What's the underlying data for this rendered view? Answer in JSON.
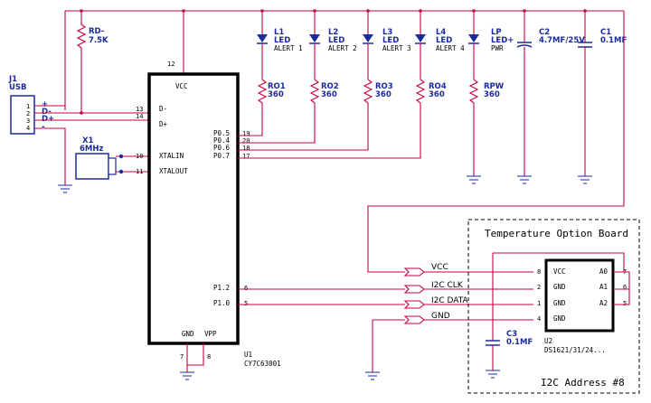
{
  "connector": {
    "ref": "J1",
    "value": "USB",
    "pins": [
      "1",
      "2",
      "3",
      "4"
    ],
    "signals": [
      "+",
      "D-",
      "D+",
      "-"
    ]
  },
  "crystal": {
    "ref": "X1",
    "value": "6MHz"
  },
  "pullup": {
    "ref": "RD-",
    "value": "7.5K"
  },
  "mcu": {
    "ref": "U1",
    "part": "CY7C63001",
    "pins": {
      "vcc": {
        "name": "VCC",
        "num": "12"
      },
      "dminus": {
        "name": "D-",
        "num": "13"
      },
      "dplus": {
        "name": "D+",
        "num": "14"
      },
      "xtalin": {
        "name": "XTALIN",
        "num": "10"
      },
      "xtalout": {
        "name": "XTALOUT",
        "num": "11"
      },
      "p05": {
        "name": "P0.5",
        "num": "19"
      },
      "p04": {
        "name": "P0.4",
        "num": "20"
      },
      "p06": {
        "name": "P0.6",
        "num": "18"
      },
      "p07": {
        "name": "P0.7",
        "num": "17"
      },
      "p12": {
        "name": "P1.2",
        "num": "6"
      },
      "p10": {
        "name": "P1.0",
        "num": "5"
      },
      "gnd": {
        "name": "GND",
        "num": "7"
      },
      "vpp": {
        "name": "VPP",
        "num": "8"
      }
    }
  },
  "leds": [
    {
      "ref": "L1",
      "type": "LED",
      "label": "ALERT 1"
    },
    {
      "ref": "L2",
      "type": "LED",
      "label": "ALERT 2"
    },
    {
      "ref": "L3",
      "type": "LED",
      "label": "ALERT 3"
    },
    {
      "ref": "L4",
      "type": "LED",
      "label": "ALERT 4"
    },
    {
      "ref": "LP",
      "type": "LED+",
      "label": "PWR"
    }
  ],
  "led_resistors": [
    {
      "ref": "RO1",
      "value": "360"
    },
    {
      "ref": "RO2",
      "value": "360"
    },
    {
      "ref": "RO3",
      "value": "360"
    },
    {
      "ref": "RO4",
      "value": "360"
    },
    {
      "ref": "RPW",
      "value": "360"
    }
  ],
  "capacitors": [
    {
      "ref": "C2",
      "value": "4.7MF/25V"
    },
    {
      "ref": "C1",
      "value": "0.1MF"
    },
    {
      "ref": "C3",
      "value": "0.1MF"
    }
  ],
  "nets": [
    "VCC",
    "I2C CLK",
    "I2C DATA",
    "GND"
  ],
  "board": {
    "title": "Temperature Option Board",
    "address": "I2C Address #8",
    "chip_ref": "U2",
    "chip_part": "DS1621/31/24...",
    "left_pins": [
      {
        "name": "VCC",
        "num": "8"
      },
      {
        "name": "GND",
        "num": "2"
      },
      {
        "name": "GND",
        "num": "1"
      },
      {
        "name": "GND",
        "num": "4"
      }
    ],
    "right_pins": [
      {
        "name": "A0",
        "num": "7"
      },
      {
        "name": "A1",
        "num": "6"
      },
      {
        "name": "A2",
        "num": "5"
      }
    ]
  }
}
